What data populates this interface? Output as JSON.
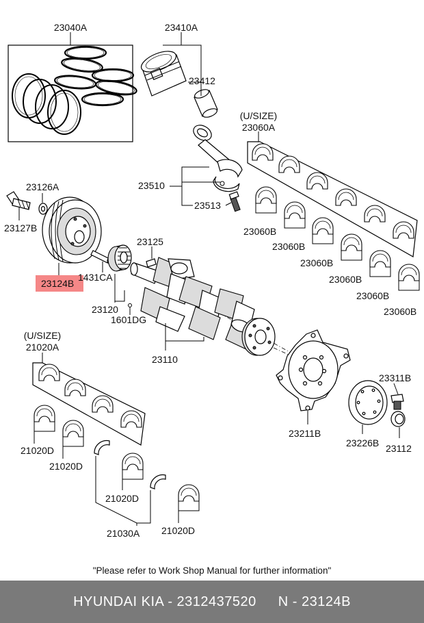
{
  "labels": {
    "p23040A": "23040A",
    "p23410A": "23410A",
    "p23412": "23412",
    "usize_top": "(U/SIZE)",
    "p23060A": "23060A",
    "p23126A": "23126A",
    "p23127B": "23127B",
    "p23510": "23510",
    "p23513": "23513",
    "p23125": "23125",
    "p23124B": "23124B",
    "p1431CA": "1431CA",
    "p23120": "23120",
    "p1601DG": "1601DG",
    "p23110": "23110",
    "p23060B_1": "23060B",
    "p23060B_2": "23060B",
    "p23060B_3": "23060B",
    "p23060B_4": "23060B",
    "p23060B_5": "23060B",
    "p23060B_6": "23060B",
    "usize_bottom": "(U/SIZE)",
    "p21020A": "21020A",
    "p21020D_1": "21020D",
    "p21020D_2": "21020D",
    "p21020D_3": "21020D",
    "p21020D_4": "21020D",
    "p21030A": "21030A",
    "p23311B": "23311B",
    "p23211B": "23211B",
    "p23226B": "23226B",
    "p23112": "23112"
  },
  "highlight_color": "#f47a7a",
  "note": "\"Please refer to Work Shop Manual for further information\"",
  "footer": {
    "brand": "HYUNDAI  KIA - 2312437520",
    "part": "N - 23124B"
  }
}
